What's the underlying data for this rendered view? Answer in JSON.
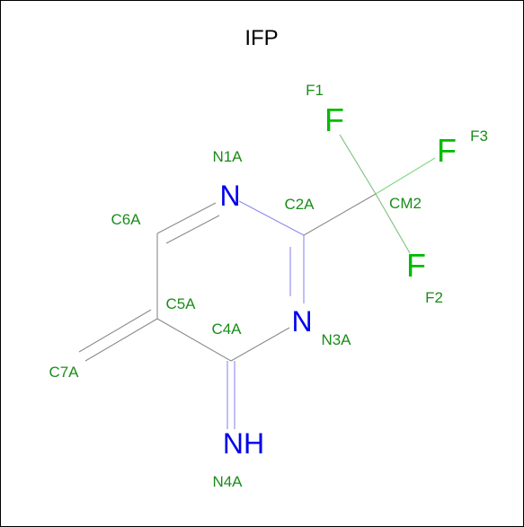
{
  "title": "IFP",
  "colors": {
    "bond": "#7f7f7f",
    "nitrogen": "#0000ee",
    "fluorine": "#00bb00",
    "label": "#1a8c1a",
    "border": "#000000"
  },
  "atoms": {
    "N1A": {
      "label": "N1A",
      "symbol": "N"
    },
    "C2A": {
      "label": "C2A"
    },
    "N3A": {
      "label": "N3A",
      "symbol": "N"
    },
    "C4A": {
      "label": "C4A"
    },
    "C5A": {
      "label": "C5A"
    },
    "C6A": {
      "label": "C6A"
    },
    "C7A": {
      "label": "C7A"
    },
    "N4A": {
      "label": "N4A",
      "symbol": "NH"
    },
    "CM2": {
      "label": "CM2"
    },
    "F1": {
      "label": "F1",
      "symbol": "F"
    },
    "F2": {
      "label": "F2",
      "symbol": "F"
    },
    "F3": {
      "label": "F3",
      "symbol": "F"
    }
  }
}
